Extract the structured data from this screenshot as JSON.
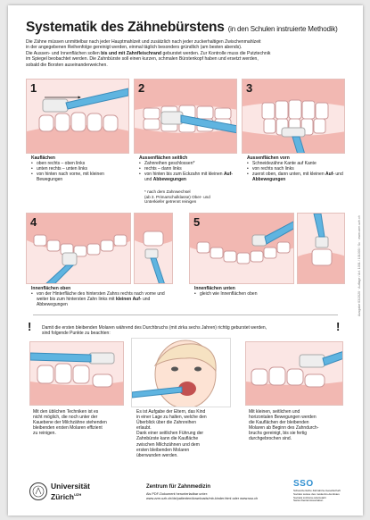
{
  "title": "Systematik des Zähnebürstens",
  "subtitle": "(in den Schulen instruierte Methodik)",
  "intro": [
    "Die Zähne müssen unmittelbar nach jeder Hauptmahlzeit und zusätzlich nach jeder zuckerhaltigen Zwischenmahlzeit",
    "in der angegebenen Reihenfolge gereinigt werden, einmal täglich besonders gründlich (am besten abends).",
    "Die Aussen- und Innenflächen sollen",
    "bis und mit Zahnfleischrand",
    "geburstet werden. Zur Kontrolle muss die Putztechnik",
    "im Spiegel beobachtet werden. Die Zahnbürste soll einen kurzen, schmalen Bürstenkopf haben und ersetzt werden,",
    "sobald die Borsten auseinanderweichen."
  ],
  "side_code": "Ausgabe 03/2020 · Auflage / Art. 1001 / 101000 / Sc · www.zzm.uzh.ch",
  "panels": [
    {
      "num": "1",
      "heading": "Kauflächen",
      "items": [
        "oben rechts – oben links",
        "unten rechts – unten links",
        "von hinten nach vorne, mit kleinen Bewegungen"
      ]
    },
    {
      "num": "2",
      "heading": "Aussenflächen seitlich",
      "items": [
        "Zahnreihen geschlossen*",
        "rechts – dann links",
        "von hinten bis zum Eckzahn mit kleinen"
      ],
      "bold1": "Auf-",
      "mid1": "und",
      "bold2": "Abbewegungen"
    },
    {
      "num": "3",
      "heading": "Aussenflächen vorn",
      "items": [
        "Schneidezähne Kante auf Kante",
        "von rechts nach links",
        "zuerst oben, dann unten, mit kleinen"
      ],
      "bold1": "Auf-",
      "mid1": "und",
      "bold2": "Abbewegungen"
    },
    {
      "num": "4",
      "heading": "Innenflächen oben",
      "items": [
        "von der Hinterfläche des hintersten Zahns rechts nach vorne und weiter bis zum hintersten Zahn links mit"
      ],
      "bold1": "kleinen",
      "bold2": "Auf-",
      "mid2": "und Abbewegungen"
    },
    {
      "num": "5",
      "heading": "Innenflächen unten",
      "items": [
        "gleich wie Innenflächen oben"
      ]
    }
  ],
  "footnote": [
    "* nach dem Zahnwechsel",
    "(ab 3. Primarschulklasse) Ober- und",
    "Unterkiefer getrennt reinigen"
  ],
  "notice": [
    "Damit die ersten bleibenden Molaren während des Durchbruchs (mit zirka sechs Jahren) richtig geburstet werden,",
    "sind folgende Punkte zu beachten:"
  ],
  "excl": "!",
  "bottom_texts": [
    [
      "Mit den üblichen Techniken ist es",
      "nicht möglich, die noch unter der",
      "Kauebene der Milchzähne stehenden",
      "bleibenden ersten Molaren effizient",
      "zu reinigen."
    ],
    [
      "Es ist Aufgabe der Eltern, das Kind",
      "in einer Lage zu halten, welche den",
      "Überblick über die Zahnreihen",
      "erlaubt.",
      "Dank einer seitlichen Führung der",
      "Zahnbürste kann die Kaufläche",
      "zwischen Milchzähnen und dem",
      "ersten bleibenden Molaren",
      "überwunden werden."
    ],
    [
      "Mit kleinen, seitlichen und",
      "horizontalen Bewegungen werden",
      "die Kauflächen der bleibenden",
      "Molaren ab Beginn des Zahndurch-",
      "bruchs gereinigt, bis sie fertig",
      "durchgebrochen sind."
    ]
  ],
  "footer": {
    "uni_line1": "Universität",
    "uni_line2": "Zürich",
    "uni_mark": "UZH",
    "center_title": "Zentrum für Zahnmedizin",
    "center_lines": [
      "Als PDF-Dokument herunterladbar unter:",
      "www.zzm.uzh.ch/de/patienten/downloads/mb-kinder.html oder www.sso.ch"
    ],
    "sso": "SSO",
    "sso_lines": [
      "Schweizerische Zahnärzte-Gesellschaft",
      "Société suisse des médecins-dentistes",
      "Società svizzera odontoiatri",
      "Swiss Dental Association"
    ]
  },
  "colors": {
    "gum": "#f2b8b2",
    "panel": "#fbe6e4",
    "brush": "#5fb4e0",
    "bristle": "#e8e8e8",
    "tooth": "#ffffff"
  }
}
